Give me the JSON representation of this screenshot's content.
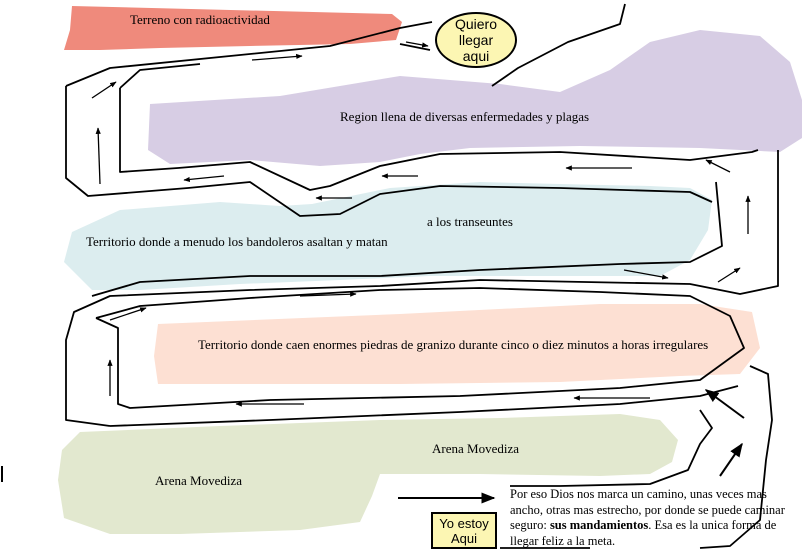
{
  "regions": {
    "radioactive": {
      "label": "Terreno con radioactividad",
      "color": "#ef8a7c"
    },
    "diseases": {
      "label": "Region llena de diversas enfermedades y plagas",
      "color": "#d7cde4"
    },
    "bandits": {
      "label_line1": "a los transeuntes",
      "label_line2": "Territorio donde a menudo los bandoleros asaltan y matan",
      "color": "#dcedef"
    },
    "hail": {
      "label": "Territorio donde caen enormes piedras de granizo durante cinco o diez  minutos a horas irregulares",
      "color": "#fde0d3"
    },
    "quicksand": {
      "label_right": "Arena Movediza",
      "label_left": "Arena Movediza",
      "color": "#e2e8cf"
    }
  },
  "goal": {
    "text": "Quiero llegar aqui",
    "color": "#fcf6b3"
  },
  "start": {
    "text": "Yo estoy Aqui",
    "color": "#fcf6b3"
  },
  "note": {
    "text_before": "Por eso Dios nos marca un camino, unas veces mas ancho, otras mas estrecho, por donde se puede caminar seguro: ",
    "emphasis": "sus mandamientos",
    "text_after": ". Esa es la unica forma de llegar feliz a la meta."
  }
}
